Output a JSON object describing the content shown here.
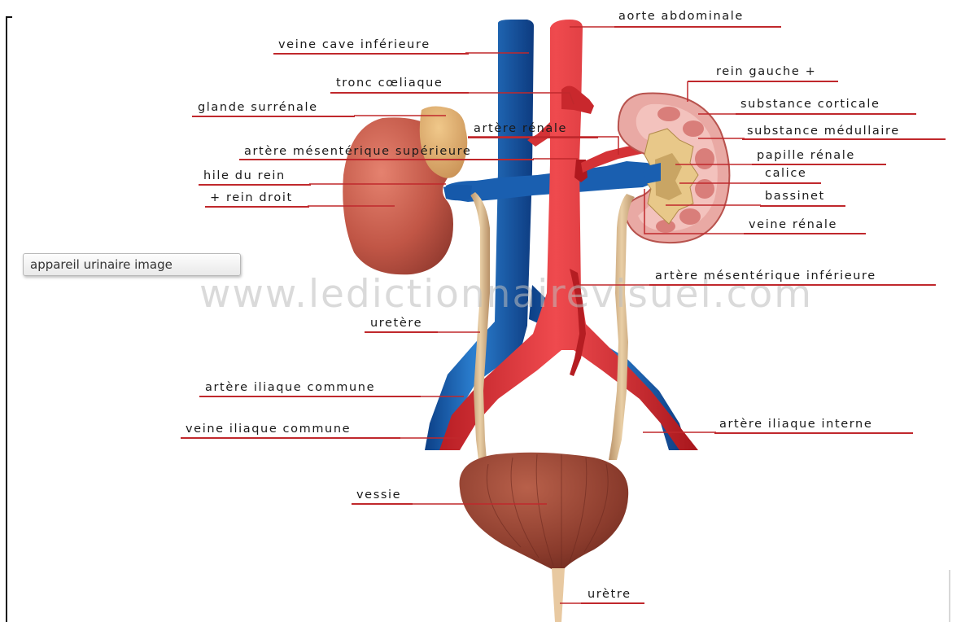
{
  "button": {
    "label": "appareil urinaire image"
  },
  "watermark": "www.ledictionnairevisuel.com",
  "labels": {
    "aorte_abdominale": "aorte abdominale",
    "veine_cave_inferieure": "veine cave inférieure",
    "tronc_coeliaque": "tronc cœliaque",
    "glande_surrenale": "glande surrénale",
    "artere_renale": "artère rénale",
    "artere_mesenterique_superieure": "artère mésentérique supérieure",
    "hile_du_rein": "hile du rein",
    "rein_droit": "+ rein droit",
    "rein_gauche": "rein gauche +",
    "substance_corticale": "substance corticale",
    "substance_medullaire": "substance médullaire",
    "papille_renale": "papille rénale",
    "calice": "calice",
    "bassinet": "bassinet",
    "veine_renale": "veine rénale",
    "artere_mesenterique_inferieure": "artère mésentérique inférieure",
    "uretere": "uretère",
    "artere_iliaque_commune": "artère iliaque commune",
    "veine_iliaque_commune": "veine iliaque commune",
    "artere_iliaque_interne": "artère iliaque interne",
    "vessie": "vessie",
    "uretre": "urètre"
  }
}
